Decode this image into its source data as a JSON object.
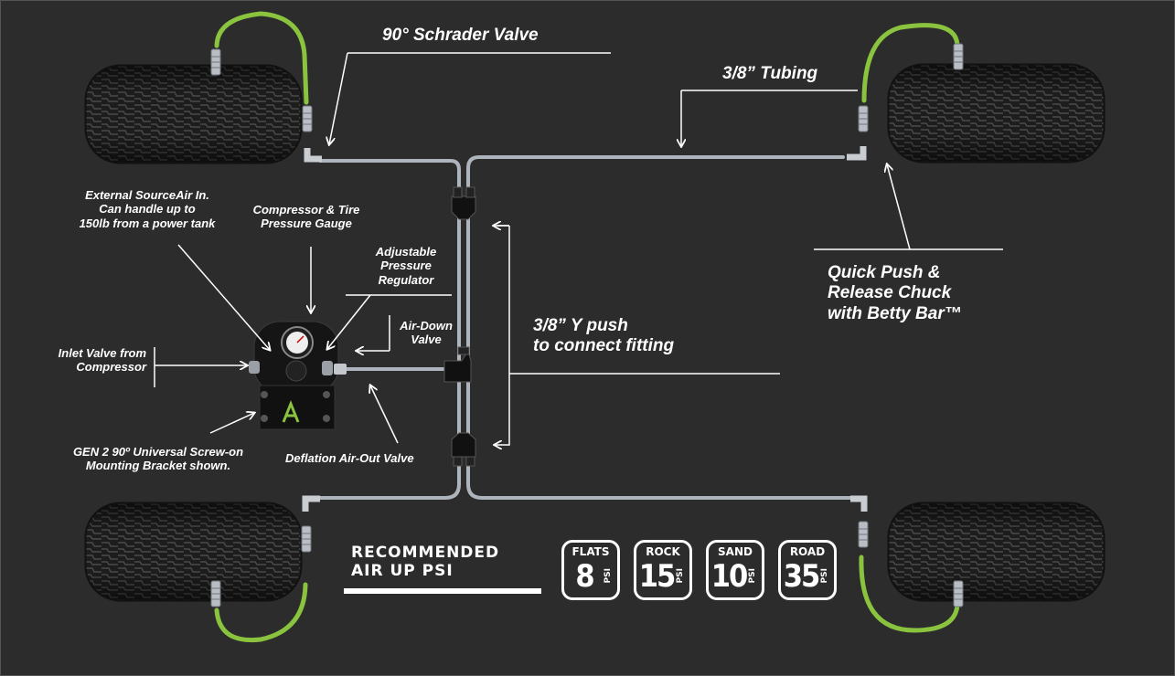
{
  "labels": {
    "schrader": "90° Schrader Valve",
    "tubing": "3/8” Tubing",
    "external_source": "External SourceAir In.\nCan handle up to\n150lb from a power tank",
    "gauge": "Compressor & Tire\nPressure Gauge",
    "regulator": "Adjustable\nPressure\nRegulator",
    "air_down": "Air-Down\nValve",
    "inlet": "Inlet Valve from\nCompressor",
    "bracket": "GEN 2 90º Universal Screw-on\nMounting Bracket shown.",
    "deflation": "Deflation Air-Out Valve",
    "y_fitting": "3/8” Y push\nto connect fitting",
    "chuck": "Quick Push &\nRelease Chuck\nwith Betty Bar™"
  },
  "recommended": {
    "line1": "RECOMMENDED",
    "line2": "AIR UP PSI",
    "unit": "PSI",
    "items": [
      {
        "name": "FLATS",
        "value": "8"
      },
      {
        "name": "ROCK",
        "value": "15"
      },
      {
        "name": "SAND",
        "value": "10"
      },
      {
        "name": "ROAD",
        "value": "35"
      }
    ]
  },
  "colors": {
    "background": "#2c2c2c",
    "tubing": "#aeb4bb",
    "hose_green": "#8ac43f",
    "tire": "#1b1b1b",
    "text": "#ffffff"
  },
  "icons": [
    "tire-icon",
    "hose-icon",
    "valve-icon",
    "y-fitting-icon",
    "manifold-icon",
    "pressure-gauge-icon",
    "logo-icon"
  ]
}
